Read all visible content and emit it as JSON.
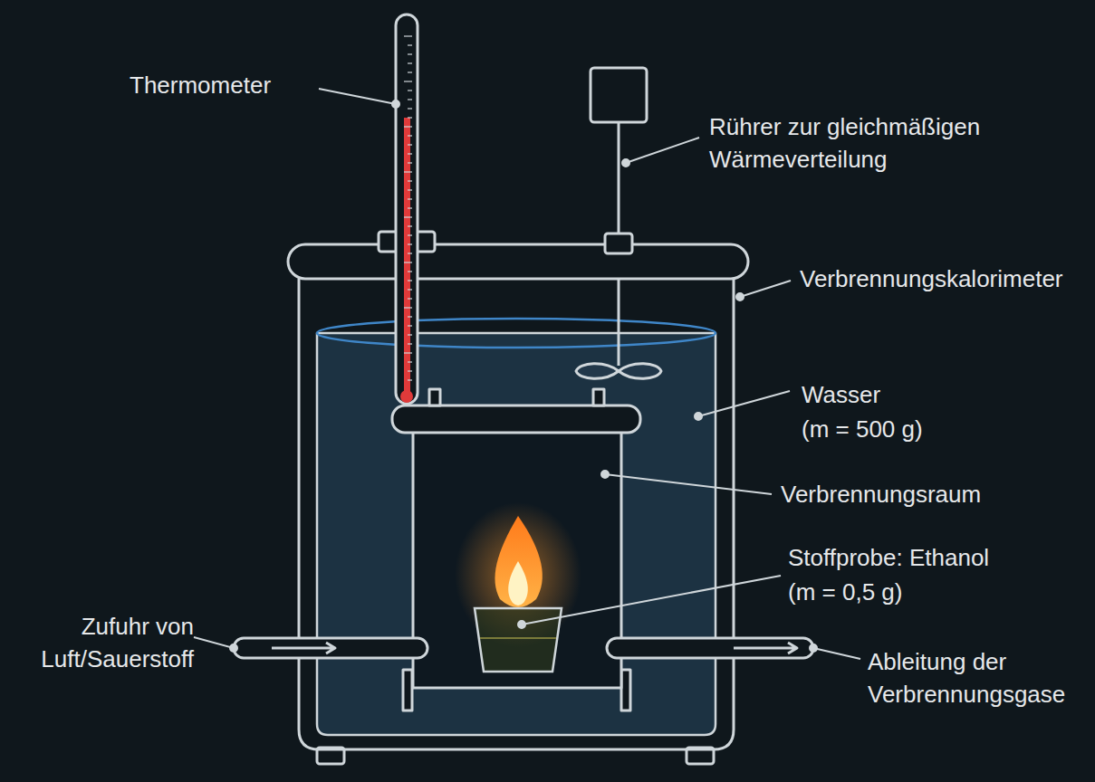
{
  "diagram": {
    "labels": [
      "Thermometer",
      "Rührer zur gleichmäßigen Wärmeverteilung",
      "Verbrennungskalorimeter",
      "Wasser",
      "(m = 500 g)",
      "Verbrennungsraum",
      "Stoffprobe: Ethanol",
      "(m = 0,5 g)",
      "Zufuhr von Luft/Sauerstoff",
      "Ableitung der Verbrennungsgase"
    ]
  }
}
